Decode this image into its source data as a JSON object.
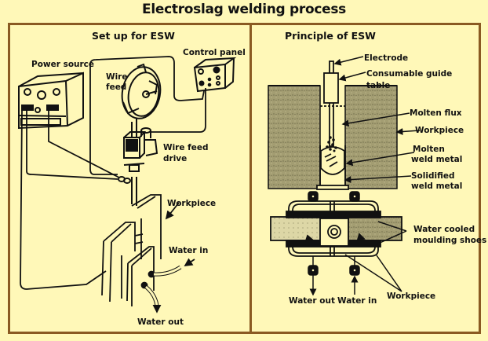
{
  "title": "Electroslag welding process",
  "panels": {
    "setup": {
      "title": "Set up for ESW",
      "labels": {
        "power_source": "Power source",
        "control_panel": "Control panel",
        "wire": "Wire",
        "feed": "feed",
        "wire_feed_drive_1": "Wire feed",
        "wire_feed_drive_2": "drive",
        "workpiece": "Workpiece",
        "water_in": "Water in",
        "water_out": "Water out"
      }
    },
    "principle": {
      "title": "Principle of ESW",
      "labels": {
        "electrode": "Electrode",
        "consumable_guide": "Consumable guide",
        "table": "table",
        "molten_flux": "Molten flux",
        "workpiece": "Workpiece",
        "molten_weld_1": "Molten",
        "molten_weld_2": "weld metal",
        "solidified_1": "Solidified",
        "solidified_2": "weld metal",
        "water_cooled_1": "Water cooled",
        "water_cooled_2": "moulding shoes",
        "water_out": "Water out",
        "water_in": "Water in",
        "workpiece_bottom": "Workpiece"
      }
    }
  },
  "colors": {
    "background": "#fff8b8",
    "frame": "#8a5a22",
    "ink": "#111111",
    "workpiece_fill": "#9a946a"
  }
}
